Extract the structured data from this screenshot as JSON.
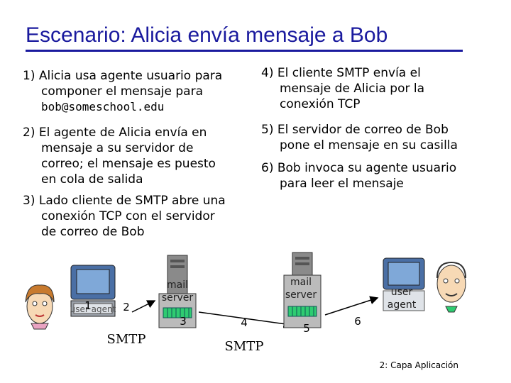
{
  "title": "Escenario: Alicia envía mensaje a Bob",
  "steps_left": [
    {
      "lines": [
        "1) Alicia usa agente usuario para",
        "componer el mensaje para"
      ],
      "email": "bob@someschool.edu"
    },
    {
      "lines": [
        "2) El agente de Alicia envía en",
        "mensaje a su servidor de",
        "correo; el mensaje es puesto",
        "en cola de salida"
      ]
    },
    {
      "lines": [
        "3) Lado cliente de SMTP abre una",
        "conexión TCP con el servidor",
        "de correo de Bob"
      ]
    }
  ],
  "steps_right": [
    {
      "lines": [
        "4) El cliente SMTP envía el",
        "mensaje de Alicia por la",
        "conexión TCP"
      ]
    },
    {
      "lines": [
        "5) El servidor de correo de Bob",
        "pone el mensaje en su casilla"
      ]
    },
    {
      "lines": [
        "6) Bob invoca su agente usuario",
        "para leer el mensaje"
      ]
    }
  ],
  "diagram": {
    "mail_server_label_1": "mail server",
    "mail_server_label_2": "mail server",
    "user_agent_label_left": "user agent",
    "user_agent_label_right": "user agent",
    "smtp_1": "SMTP",
    "smtp_2": "SMTP",
    "numbers": [
      "1",
      "2",
      "3",
      "4",
      "5",
      "6"
    ]
  },
  "footer": "2: Capa Aplicación",
  "colors": {
    "title": "#1a1a9e",
    "server": "#8a8a8a",
    "server_dark": "#555555",
    "queue": "#2ecc71",
    "arrow": "#000000",
    "screen": "#7fa8d8"
  }
}
